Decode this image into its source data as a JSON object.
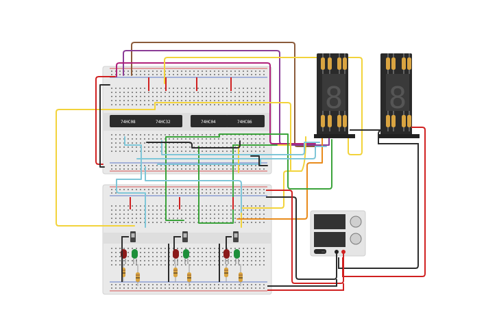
{
  "chips": [
    {
      "id": "u1",
      "label": "74HC08"
    },
    {
      "id": "u2",
      "label": "74HC32"
    },
    {
      "id": "u3",
      "label": "74HC04"
    },
    {
      "id": "u4",
      "label": "74HC86"
    }
  ],
  "displays": [
    {
      "id": "disp-left",
      "digit": "8"
    },
    {
      "id": "disp-right",
      "digit": "8"
    }
  ],
  "power_supply": {
    "button_label": "ON"
  },
  "colors": {
    "board": "#e9e9e9",
    "hole": "#7f7f7f",
    "rail_red": "#d02020",
    "rail_blue": "#2a52be",
    "chip": "#2b2b2b",
    "led_red": "#8b1a1a",
    "led_green": "#1d8f3a",
    "wire_yellow": "#f2d33a",
    "wire_purple": "#8a3b96",
    "wire_magenta": "#b0207a",
    "wire_brown": "#8a5a3a",
    "wire_cyan": "#7ec6d8",
    "wire_green": "#3aa33a",
    "wire_orange": "#e88a1a",
    "wire_black": "#2b2b2b",
    "wire_red": "#d02020"
  }
}
